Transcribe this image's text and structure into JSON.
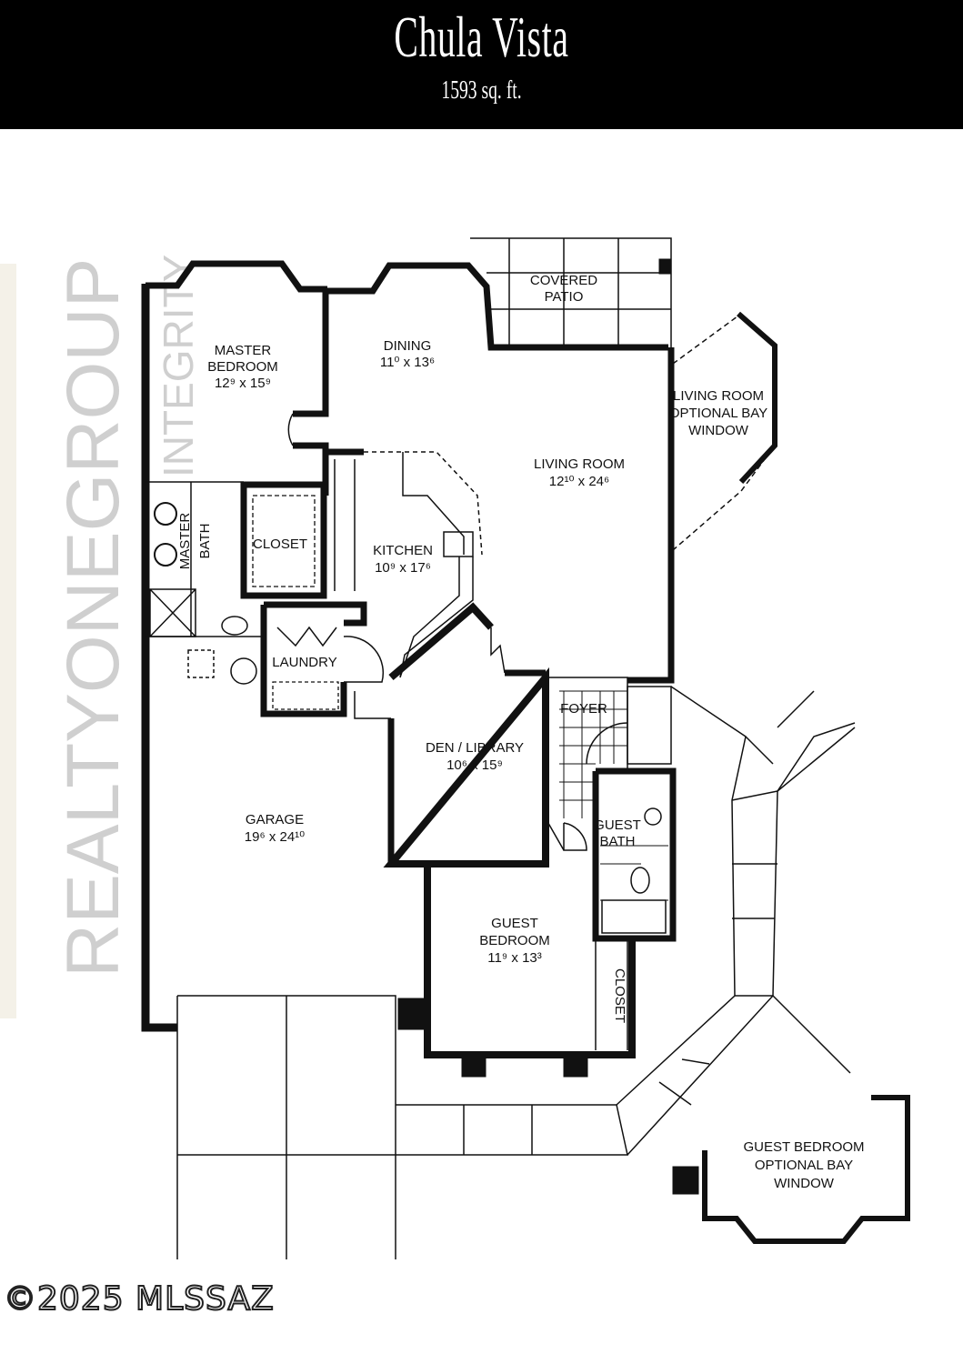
{
  "header": {
    "title": "Chula Vista",
    "area": "1593 sq. ft."
  },
  "watermark": {
    "brand": "REALTYONEGROUP",
    "sub": "INTEGRITY"
  },
  "rooms": [
    {
      "id": "master-bedroom",
      "lines": [
        "MASTER",
        "BEDROOM"
      ],
      "dims": "12⁹ x 15⁹"
    },
    {
      "id": "dining",
      "lines": [
        "DINING"
      ],
      "dims": "11⁰ x 13⁶"
    },
    {
      "id": "covered-patio",
      "lines": [
        "COVERED",
        "PATIO"
      ],
      "dims": ""
    },
    {
      "id": "living-room-bay",
      "lines": [
        "LIVING ROOM",
        "OPTIONAL BAY",
        "WINDOW"
      ],
      "dims": ""
    },
    {
      "id": "living-room",
      "lines": [
        "LIVING ROOM"
      ],
      "dims": "12¹⁰ x 24⁶"
    },
    {
      "id": "closet",
      "lines": [
        "CLOSET"
      ],
      "dims": ""
    },
    {
      "id": "master-bath",
      "lines": [
        "MASTER",
        "BATH"
      ],
      "dims": ""
    },
    {
      "id": "kitchen",
      "lines": [
        "KITCHEN"
      ],
      "dims": "10⁹ x 17⁶"
    },
    {
      "id": "laundry",
      "lines": [
        "LAUNDRY"
      ],
      "dims": ""
    },
    {
      "id": "foyer",
      "lines": [
        "FOYER"
      ],
      "dims": ""
    },
    {
      "id": "den-library",
      "lines": [
        "DEN / LIBRARY"
      ],
      "dims": "10⁶ x 15⁹"
    },
    {
      "id": "garage",
      "lines": [
        "GARAGE"
      ],
      "dims": "19⁶ x 24¹⁰"
    },
    {
      "id": "guest-bath",
      "lines": [
        "GUEST",
        "BATH"
      ],
      "dims": ""
    },
    {
      "id": "guest-bedroom",
      "lines": [
        "GUEST",
        "BEDROOM"
      ],
      "dims": "11⁹ x 13³"
    },
    {
      "id": "guest-closet",
      "lines": [
        "CLOSET"
      ],
      "dims": ""
    },
    {
      "id": "guest-bedroom-bay",
      "lines": [
        "GUEST BEDROOM",
        "OPTIONAL BAY",
        "WINDOW"
      ],
      "dims": ""
    }
  ],
  "footer": {
    "copyright": "©2025 MLSSAZ"
  }
}
